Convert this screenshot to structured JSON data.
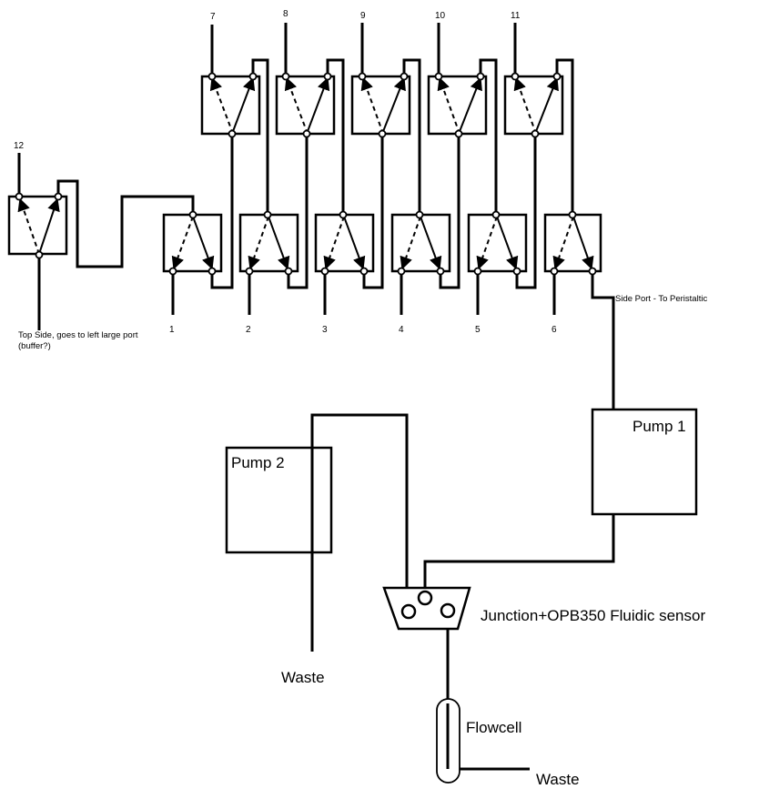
{
  "port_labels": {
    "p1": "1",
    "p2": "2",
    "p3": "3",
    "p4": "4",
    "p5": "5",
    "p6": "6",
    "p7": "7",
    "p8": "8",
    "p9": "9",
    "p10": "10",
    "p11": "11",
    "p12": "12"
  },
  "annotations": {
    "top_side_line1": "Top Side, goes to left large port",
    "top_side_line2": "(buffer?)",
    "side_port": "Side Port - To Peristaltic"
  },
  "components": {
    "pump1": "Pump 1",
    "pump2": "Pump 2",
    "junction": "Junction+OPB350 Fluidic sensor",
    "flowcell": "Flowcell",
    "waste_left": "Waste",
    "waste_bottom": "Waste"
  }
}
